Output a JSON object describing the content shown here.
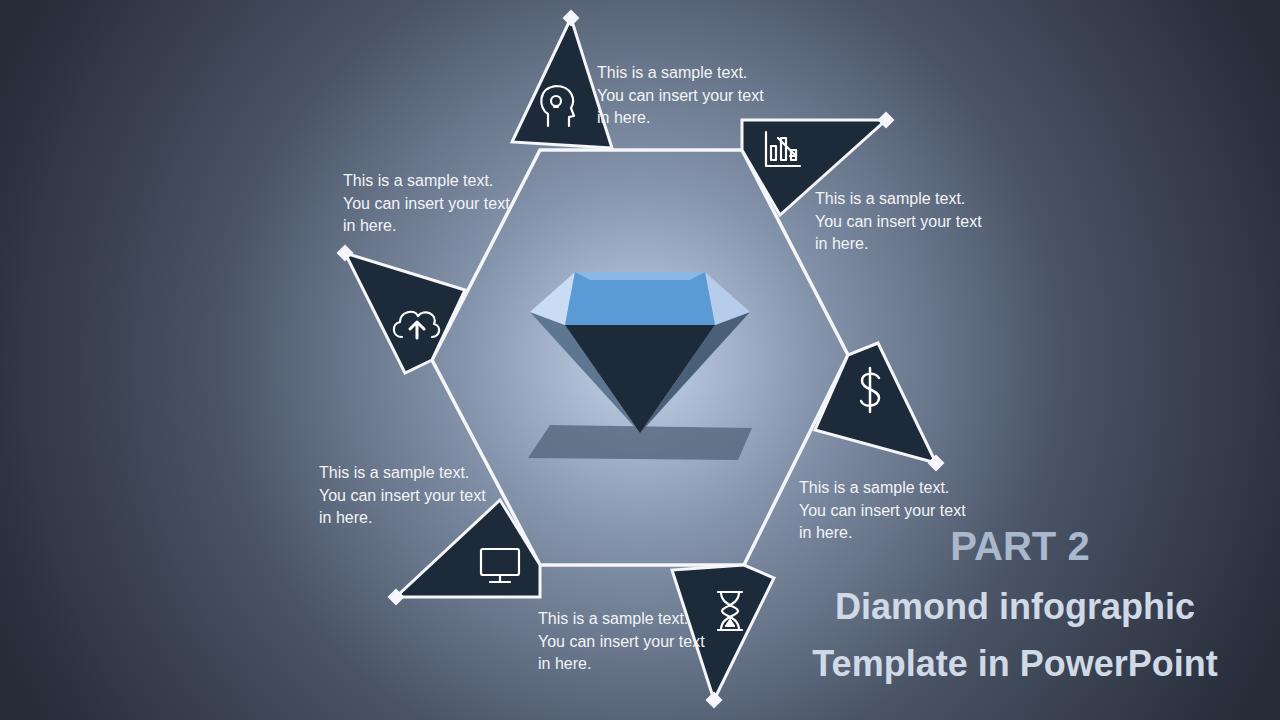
{
  "diagram": {
    "title": "Diamond infographic Template in PowerPoint",
    "labels": [
      "This is a sample text. You can insert your text in here.",
      "This is a sample text. You can insert your text in here.",
      "This is a sample text. You can insert your text in here.",
      "This is a sample text. You can insert your text in here.",
      "This is a sample text. You can insert your text in here.",
      "This is a sample text. You can insert your text in here.",
      "PART 2"
    ]
  }
}
